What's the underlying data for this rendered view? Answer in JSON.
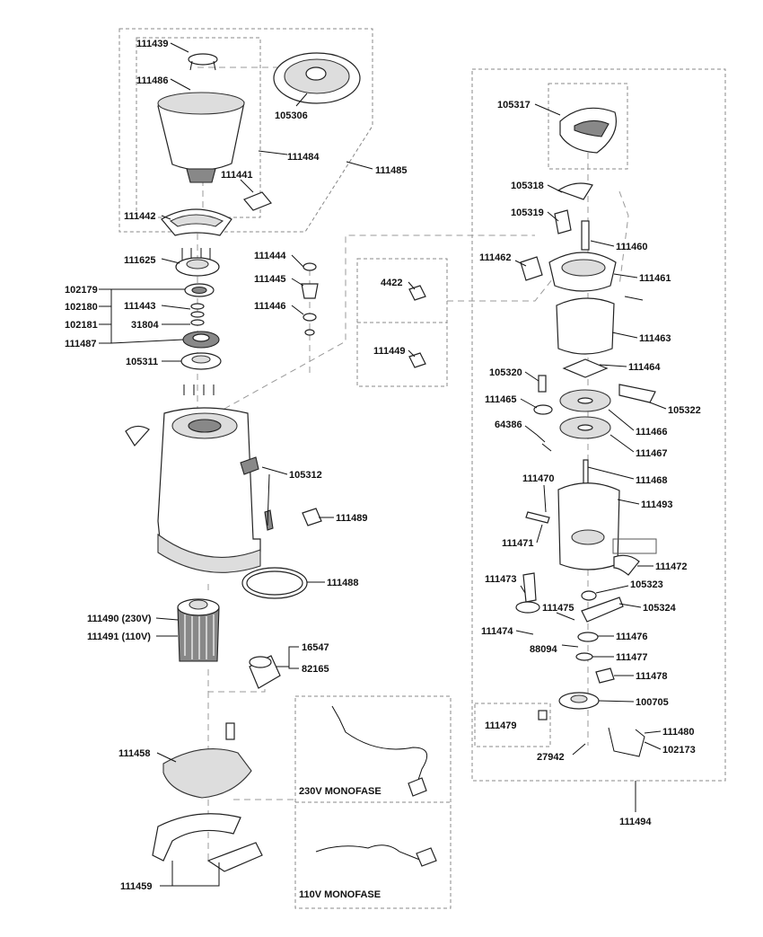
{
  "labels": {
    "l111439": "111439",
    "l111486": "111486",
    "l105306": "105306",
    "l111484": "111484",
    "l111485": "111485",
    "l111441": "111441",
    "l111442": "111442",
    "l111625": "111625",
    "l111444": "111444",
    "l111445": "111445",
    "l111446": "111446",
    "l102179": "102179",
    "l102180": "102180",
    "l102181": "102181",
    "l111487": "111487",
    "l111443": "111443",
    "l31804": "31804",
    "l105311": "105311",
    "l4422": "4422",
    "l111449": "111449",
    "l105312": "105312",
    "l111489": "111489",
    "l111488": "111488",
    "l111490": "111490 (230V)",
    "l111491": "111491 (110V)",
    "l16547": "16547",
    "l82165": "82165",
    "l111458": "111458",
    "l111459": "111459",
    "l105317": "105317",
    "l105318": "105318",
    "l105319": "105319",
    "l111460": "111460",
    "l111462": "111462",
    "l111461": "111461",
    "l111463": "111463",
    "l105320": "105320",
    "l111464": "111464",
    "l111465": "111465",
    "l105322": "105322",
    "l111466": "111466",
    "l64386": "64386",
    "l111467": "111467",
    "l111468": "111468",
    "l111470": "111470",
    "l111493": "111493",
    "l111471": "111471",
    "l111472": "111472",
    "l111473": "111473",
    "l105323": "105323",
    "l111475": "111475",
    "l105324": "105324",
    "l111474": "111474",
    "l111476": "111476",
    "l88094": "88094",
    "l111477": "111477",
    "l111478": "111478",
    "l100705": "100705",
    "l111479": "111479",
    "l111480": "111480",
    "l102173": "102173",
    "l27942": "27942",
    "l111494": "111494"
  },
  "captions": {
    "cable_230v": "230V MONOFASE",
    "cable_110v": "110V MONOFASE"
  }
}
